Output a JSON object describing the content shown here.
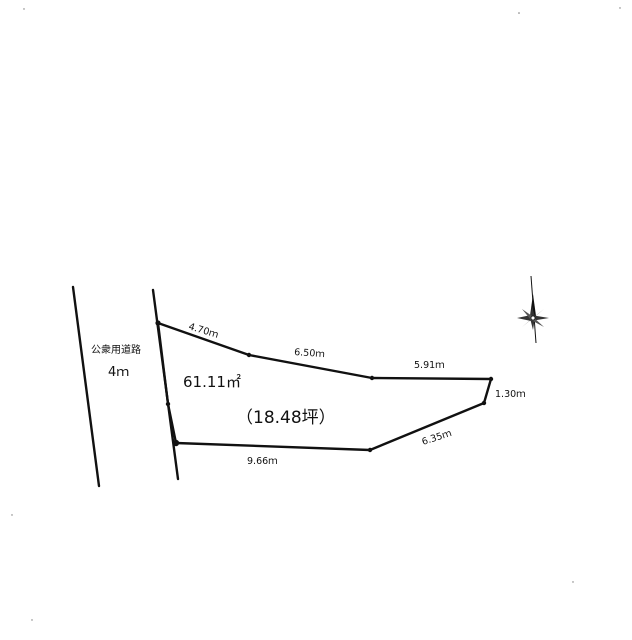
{
  "road": {
    "label": "公衆用道路",
    "width": "4ｍ"
  },
  "lot": {
    "area_m2": "61.11㎡",
    "area_tsubo": "（18.48坪）"
  },
  "dimensions": {
    "d1": "4.70ｍ",
    "d2": "6.50ｍ",
    "d3": "5.91ｍ",
    "d4": "1.30ｍ",
    "d5": "6.35ｍ",
    "d6": "9.66ｍ"
  },
  "compass": {
    "icon": "compass-north-arrow-icon"
  }
}
